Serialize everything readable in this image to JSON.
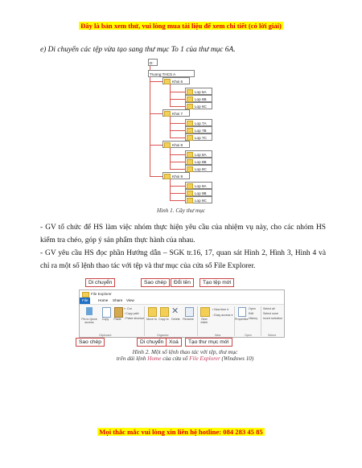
{
  "banner_top": "Đây là bản xem thử, vui lòng mua tài liệu để xem chi tiết (có lời giải)",
  "banner_bottom": "Mọi thắc mắc vui lòng xin liên hệ hotline: 084 283 45 85",
  "task_e": "e) Di chuyển các tệp vừa tạo sang thư mục To 1 của thư mục 6A.",
  "tree": {
    "root": "D:",
    "school": "Truong THCS A",
    "grades": [
      {
        "name": "Khoi 6",
        "classes": [
          "Lop 6A",
          "Lop 6B",
          "Lop 6C"
        ]
      },
      {
        "name": "Khoi 7",
        "classes": [
          "Lop 7A",
          "Lop 7B",
          "Lop 7C"
        ]
      },
      {
        "name": "Khoi 8",
        "classes": [
          "Lop 8A",
          "Lop 8B",
          "Lop 8C"
        ]
      },
      {
        "name": "Khoi 9",
        "classes": [
          "Lop 9A",
          "Lop 9B",
          "Lop 9C"
        ]
      }
    ]
  },
  "figure1_caption": "Hình 1. Cây thư mục",
  "para1": "- GV tổ chức để HS làm việc nhóm thực hiện yêu cầu của nhiệm vụ này, cho các nhóm HS kiểm tra chéo, góp ý sản phẩm thực hành của nhau.",
  "para2": "- GV yêu cầu HS đọc phần Hướng dẫn – SGK tr.16, 17, quan sát Hình 2, Hình 3, Hình 4 và chỉ ra một số lệnh thao tác với tệp và thư mục của cửa sổ File Explorer.",
  "explorer": {
    "title": "File Explorer",
    "tabs": [
      "File",
      "Home",
      "Share",
      "View"
    ],
    "ribbon": {
      "pin": "Pin to Quick access",
      "copy": "Copy",
      "paste": "Paste",
      "cut": "Cut",
      "copy_path": "Copy path",
      "paste_shortcut": "Paste shortcut",
      "move_to": "Move to",
      "copy_to": "Copy to",
      "delete": "Delete",
      "rename": "Rename",
      "new_folder": "New folder",
      "new_item": "New item",
      "easy_access": "Easy access",
      "properties": "Properties",
      "open": "Open",
      "edit": "Edit",
      "history": "History",
      "select_all": "Select all",
      "select_none": "Select none",
      "invert_selection": "Invert selection"
    },
    "groups": [
      "Clipboard",
      "Organize",
      "New",
      "Open",
      "Select"
    ]
  },
  "callouts": {
    "di_chuyen_top": "Di chuyển",
    "sao_chep_top": "Sao chép",
    "doi_ten": "Đổi tên",
    "tao_tep_moi": "Tạo tệp mới",
    "sao_chep_bottom": "Sao chép",
    "di_chuyen_bottom": "Di chuyển",
    "xoa": "Xoá",
    "tao_thu_muc_moi": "Tạo thư mục mới"
  },
  "figure2_caption_1": "Hình 2. Một số lệnh thao tác với tệp, thư mục",
  "figure2_caption_2a": "trên dải lệnh ",
  "figure2_caption_home": "Home",
  "figure2_caption_2b": " của cửa sổ ",
  "figure2_caption_fe": "File Explorer",
  "figure2_caption_2c": " (Windows 10)",
  "colors": {
    "banner_text": "#e00000",
    "banner_bg": "#ffff00",
    "tree_line": "#d9534f",
    "caption_highlight": "#c33a5c",
    "file_tab": "#1f6fc5"
  }
}
